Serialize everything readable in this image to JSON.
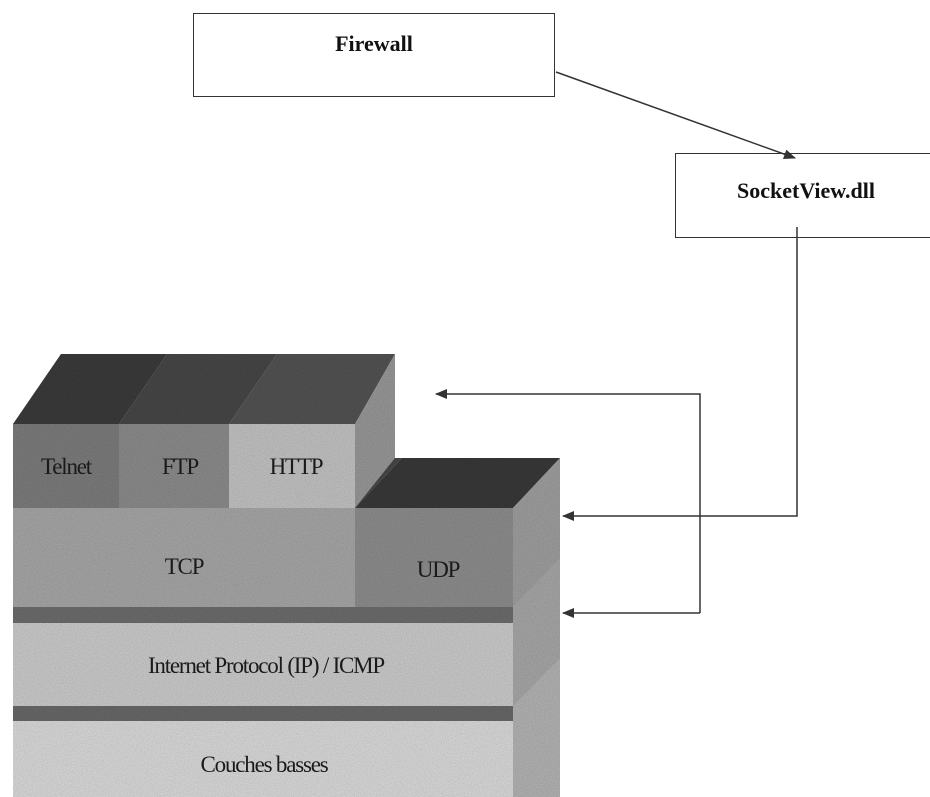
{
  "boxes": {
    "firewall": "Firewall",
    "socketview": "SocketView.dll"
  },
  "stack": {
    "telnet": "Telnet",
    "ftp": "FTP",
    "http": "HTTP",
    "tcp": "TCP",
    "udp": "UDP",
    "ip": "Internet Protocol (IP) / ICMP",
    "lower": "Couches basses"
  }
}
